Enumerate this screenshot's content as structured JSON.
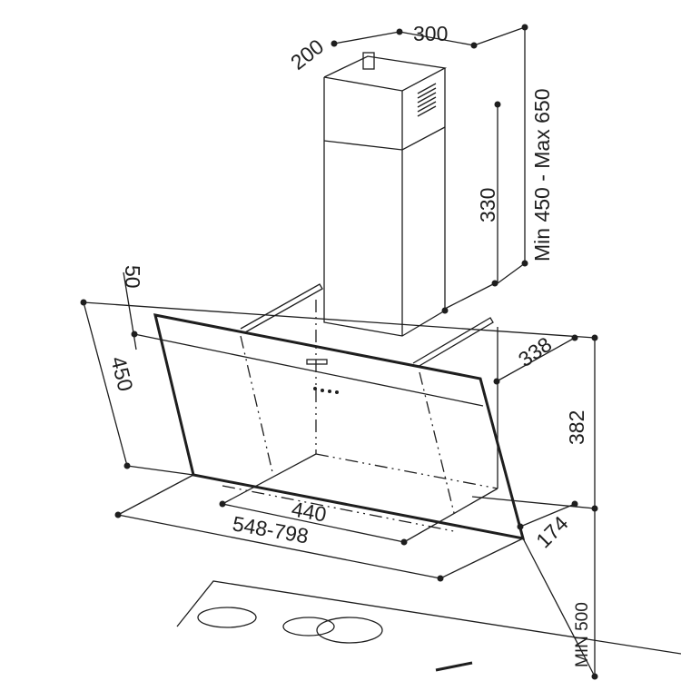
{
  "dimensions": {
    "chimney_width": "300",
    "chimney_depth": "200",
    "chimney_height_range": "Min 450 - Max 650",
    "chimney_lower_height": "330",
    "top_offset": "50",
    "glass_height": "450",
    "body_depth": "338",
    "body_height": "382",
    "inner_width": "440",
    "overall_width": "548-798",
    "bottom_depth": "174",
    "min_clearance": "MIN 500"
  }
}
